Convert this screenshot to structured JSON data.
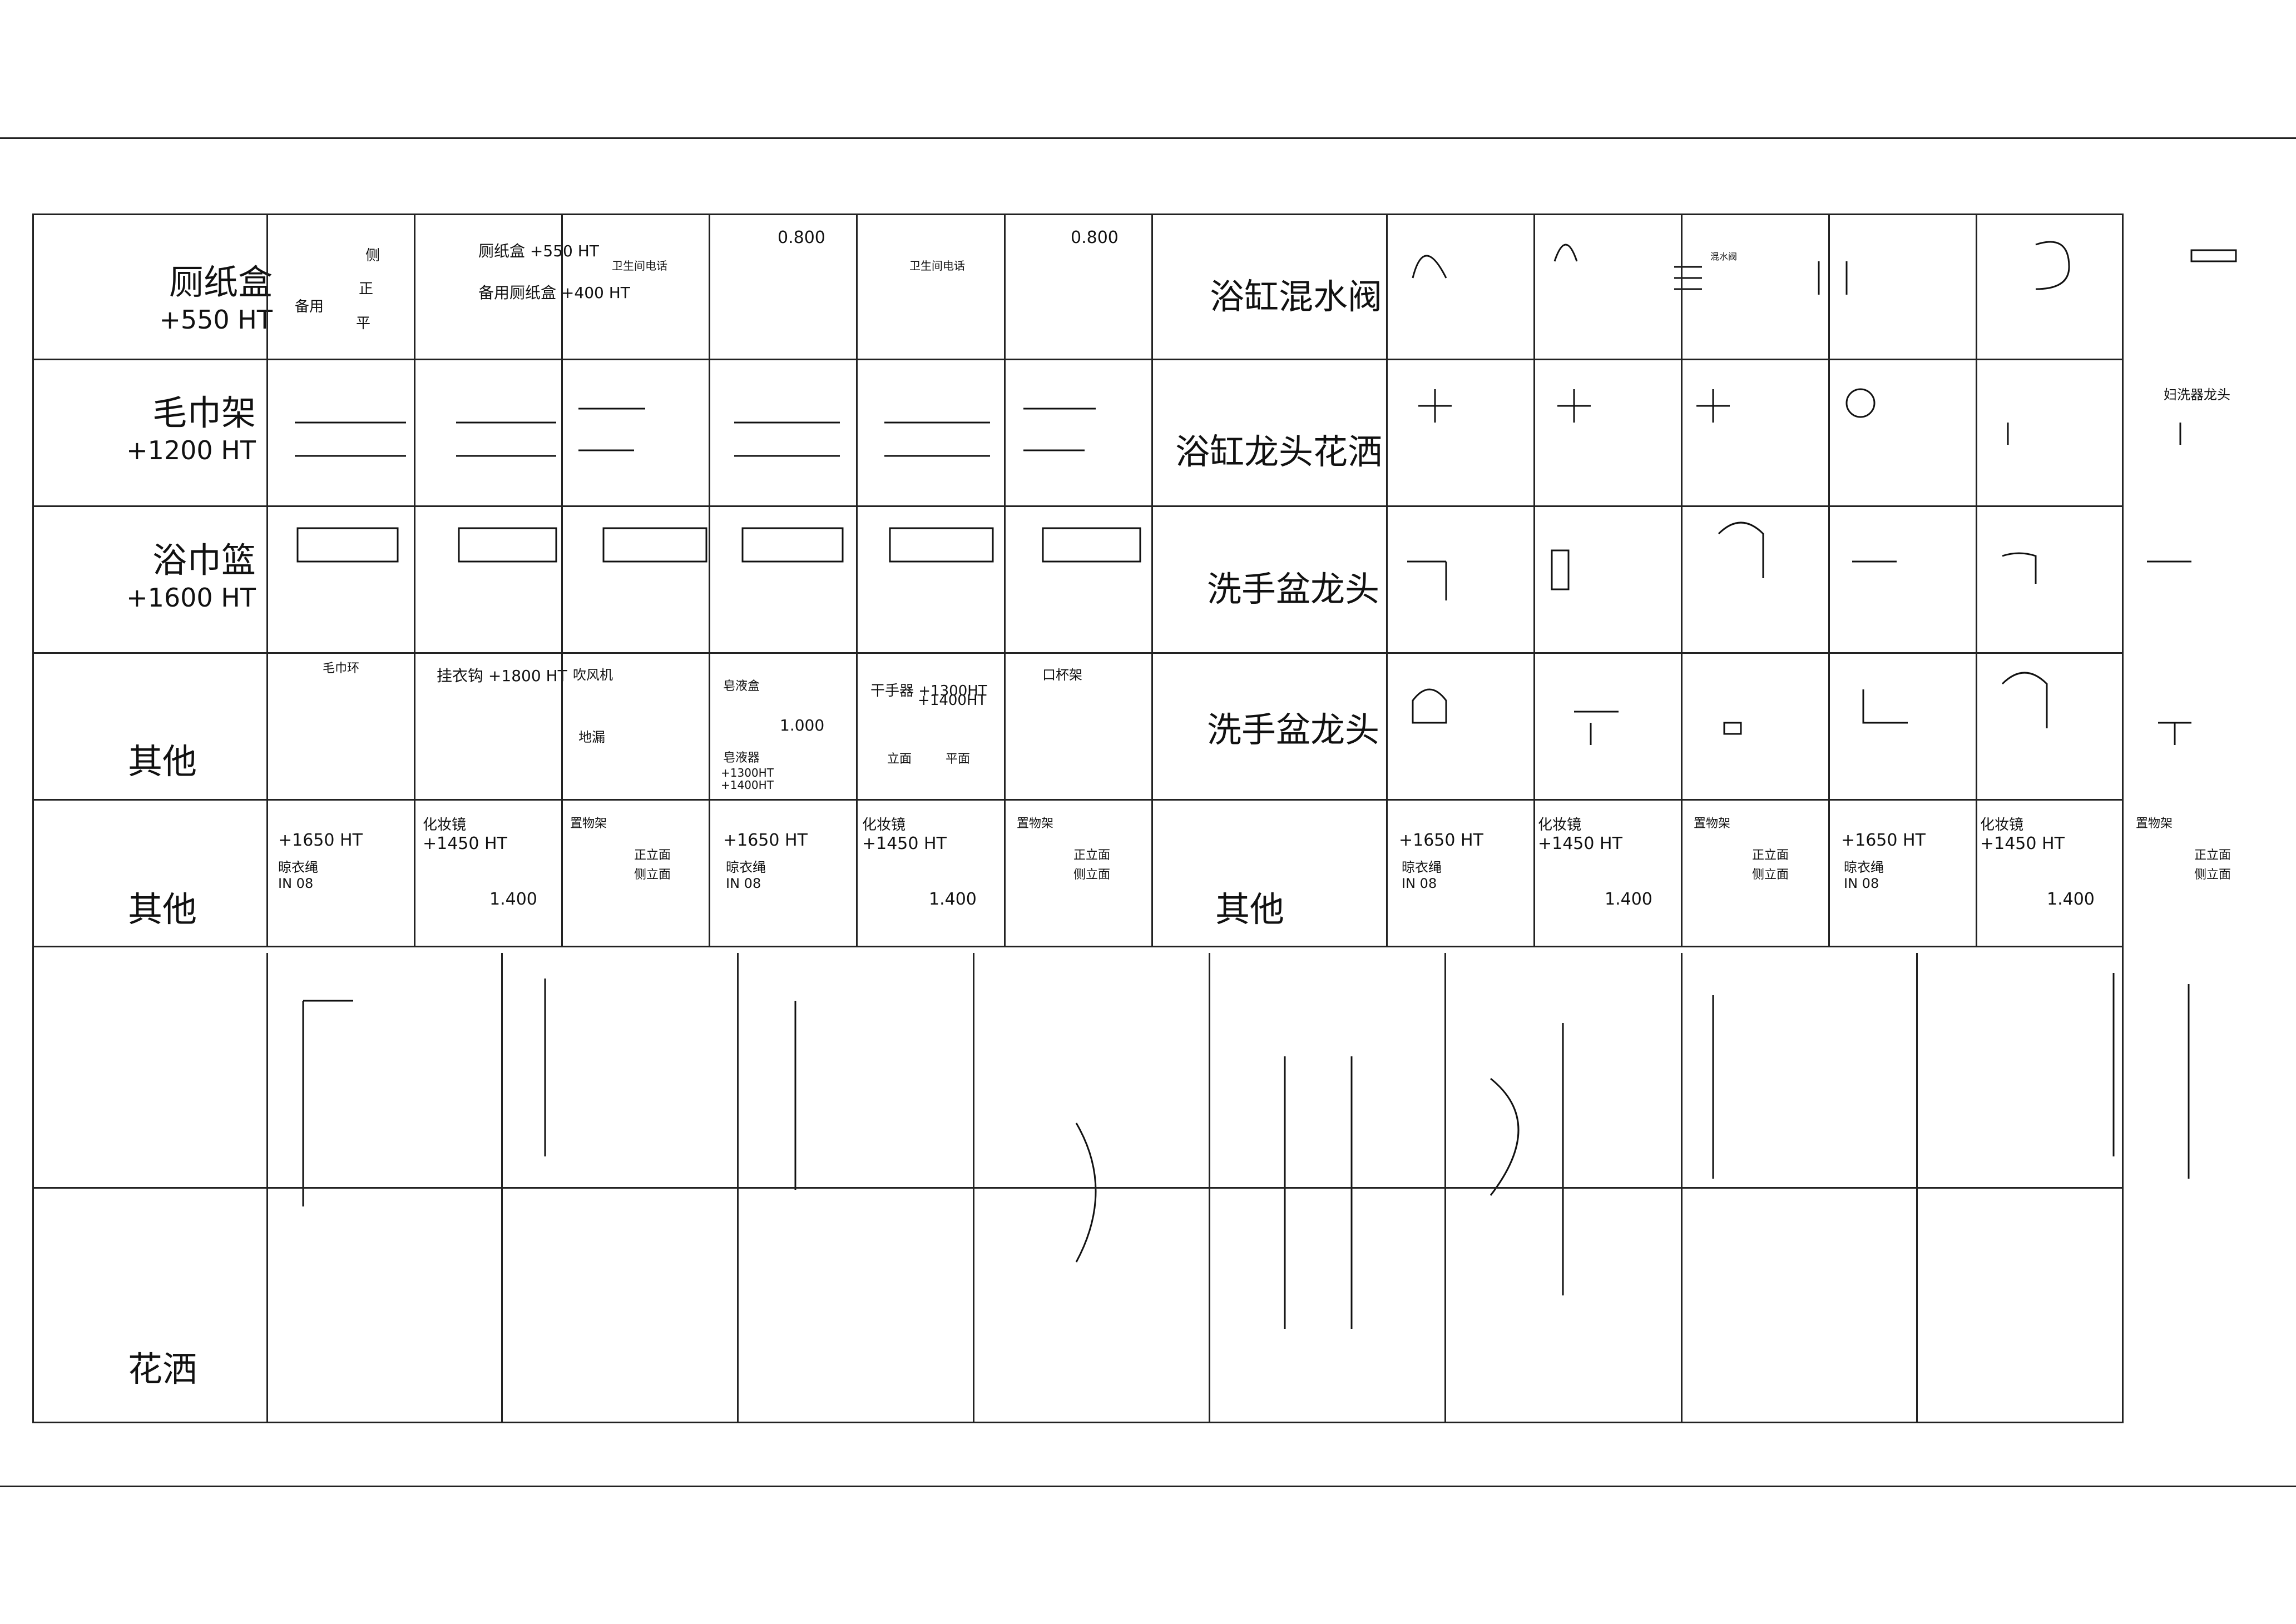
{
  "rows": {
    "tissue_box": {
      "name": "厕纸盒",
      "ht": "+550 HT"
    },
    "towel_rack": {
      "name": "毛巾架",
      "ht": "+1200 HT"
    },
    "towel_basket": {
      "name": "浴巾篮",
      "ht": "+1600 HT"
    },
    "other_1": {
      "name": "其他"
    },
    "other_2": {
      "name": "其他"
    },
    "other_3": {
      "name": "其他"
    },
    "shower": {
      "name": "花洒"
    }
  },
  "right_rows": {
    "bath_mixer": "浴缸混水阀",
    "bath_shower": "浴缸龙头花洒",
    "basin_tap_1": "洗手盆龙头",
    "basin_tap_2": "洗手盆龙头"
  },
  "view_marks": {
    "side": "侧",
    "front": "正",
    "plan": "平",
    "spare": "备用"
  },
  "symbol_labels": {
    "tissue_box": "厕纸盒",
    "tissue_box_ht": "+550 HT",
    "spare_tissue_box": "备用厕纸盒",
    "spare_tissue_box_ht": "+400 HT",
    "bathroom_phone": "卫生间电话",
    "phone_height": "0.800",
    "towel_ring": "毛巾环",
    "hook": "挂衣钩",
    "hook_ht": "+1800 HT",
    "hair_dryer": "吹风机",
    "floor_drain": "地漏",
    "soap_box": "皂液盒",
    "soap_dispenser": "皂液器",
    "soap_height": "1.000",
    "soap_ht": "+1300HT",
    "soap_ht2": "+1400HT",
    "hand_dryer": "干手器",
    "hand_dryer_ht1": "+1300HT",
    "hand_dryer_ht2": "+1400HT",
    "elevation": "立面",
    "plan_view": "平面",
    "cup_holder": "口杯架",
    "ht_1650": "+1650 HT",
    "ht_1450": "+1450 HT",
    "clothes_line": "晾衣绳",
    "in": "IN",
    "in_value": "08",
    "makeup_mirror": "化妆镜",
    "mirror_height": "1.400",
    "shelf": "置物架",
    "front_elevation": "正立面",
    "side_elevation": "侧立面",
    "bidet_tap": "妇洗器龙头",
    "mixer_tag": "混水阀"
  }
}
